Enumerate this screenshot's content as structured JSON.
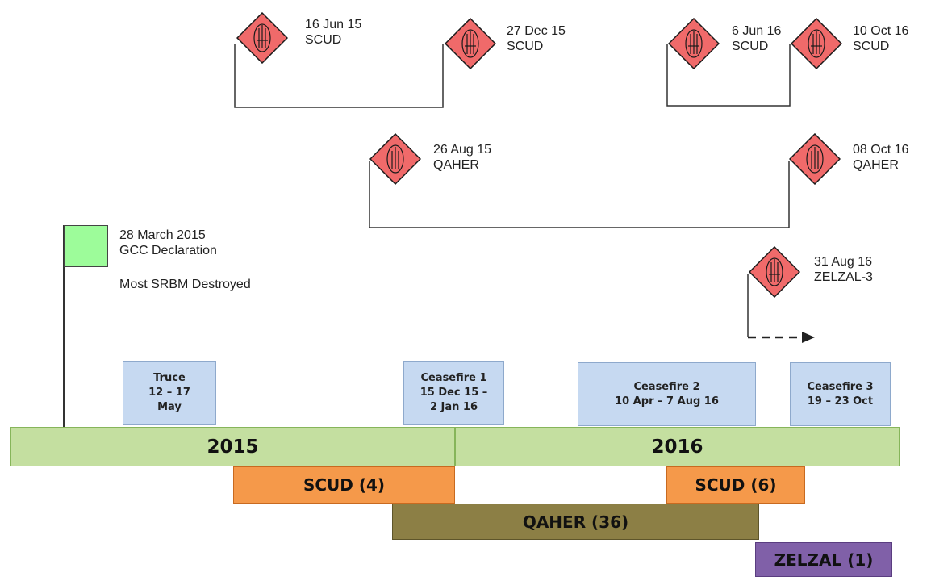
{
  "colors": {
    "diamond_fill": "#f06a6a",
    "diamond_stroke": "#1a1a1a",
    "flag": "#9dfc9a",
    "ceasefire_box": "#c6d9f1",
    "year_bar": "#c4dfa0",
    "scud_bar": "#f5994a",
    "qaher_bar": "#8c7f45",
    "zelzal_bar": "#8060a8"
  },
  "launches": [
    {
      "date": "16 Jun 15",
      "type": "SCUD",
      "icon": "scud-missile-icon"
    },
    {
      "date": "27 Dec 15",
      "type": "SCUD",
      "icon": "scud-missile-icon"
    },
    {
      "date": "6 Jun 16",
      "type": "SCUD",
      "icon": "scud-missile-icon"
    },
    {
      "date": "10 Oct 16",
      "type": "SCUD",
      "icon": "scud-missile-icon"
    },
    {
      "date": "26 Aug 15",
      "type": "QAHER",
      "icon": "qaher-missile-icon"
    },
    {
      "date": "08 Oct 16",
      "type": "QAHER",
      "icon": "qaher-missile-icon"
    },
    {
      "date": "31 Aug 16",
      "type": "ZELZAL-3",
      "icon": "zelzal-missile-icon"
    }
  ],
  "declaration": {
    "date": "28 March 2015",
    "title": "GCC Declaration",
    "note": "Most SRBM Destroyed"
  },
  "ceasefires": [
    {
      "line1": "Truce",
      "line2": "12 – 17",
      "line3": "May"
    },
    {
      "line1": "Ceasefire 1",
      "line2": "15 Dec 15 –",
      "line3": "2 Jan 16"
    },
    {
      "line1": "Ceasefire 2",
      "line2": "10 Apr – 7 Aug 16",
      "line3": ""
    },
    {
      "line1": "Ceasefire 3",
      "line2": "19 – 23 Oct",
      "line3": ""
    }
  ],
  "years": [
    "2015",
    "2016"
  ],
  "periods": [
    {
      "label": "SCUD (4)"
    },
    {
      "label": "SCUD (6)"
    },
    {
      "label": "QAHER (36)"
    },
    {
      "label": "ZELZAL (1)"
    }
  ]
}
